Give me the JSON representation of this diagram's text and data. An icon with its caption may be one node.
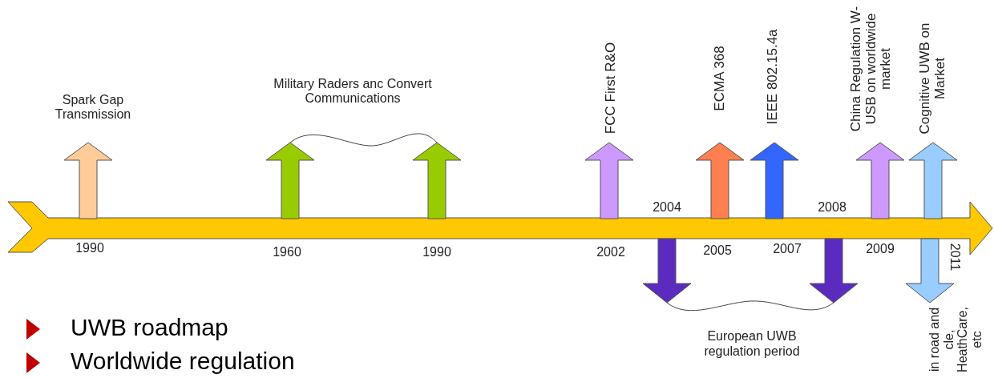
{
  "diagram": {
    "labels": [
      "Spark Gap Transmission",
      "Military Raders anc Convert Communications",
      "FCC First R&O",
      "ECMA 368",
      "IEEE 802.15.4a",
      "China Regulation W-USB on worldwide market",
      "Cognitive UWB on Market",
      "2004",
      "2008",
      "1990",
      "1960",
      "1990",
      "2002",
      "2005",
      "2007",
      "2009",
      "2011",
      "European UWB regulation period",
      "in road and cle, HeathCare, etc",
      "UWB roadmap",
      "Worldwide regulation"
    ]
  }
}
